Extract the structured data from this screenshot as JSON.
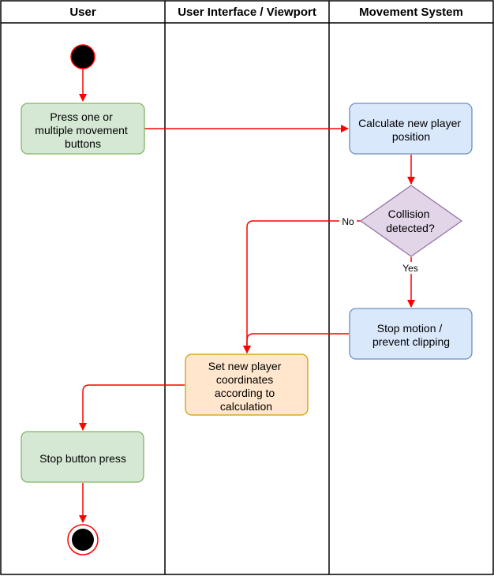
{
  "lanes": {
    "user": "User",
    "ui": "User Interface / Viewport",
    "movement": "Movement System"
  },
  "nodes": {
    "press": [
      "Press one or",
      "multiple movement",
      "buttons"
    ],
    "calculate": [
      "Calculate new player",
      "position"
    ],
    "collision": [
      "Collision",
      "detected?"
    ],
    "stop_motion": [
      "Stop motion /",
      "prevent clipping"
    ],
    "set_coords": [
      "Set new player",
      "coordinates",
      "according to",
      "calculation"
    ],
    "stop_press": [
      "Stop button press"
    ]
  },
  "edges": {
    "no": "No",
    "yes": "Yes"
  },
  "colors": {
    "arrow": "#ff0000",
    "green_fill": "#d5e8d4",
    "green_stroke": "#82b366",
    "blue_fill": "#dae8fc",
    "blue_stroke": "#6c8ebf",
    "purple_fill": "#e1d5e7",
    "purple_stroke": "#9673a6",
    "orange_fill": "#ffe6cc",
    "orange_stroke": "#d79b00"
  }
}
